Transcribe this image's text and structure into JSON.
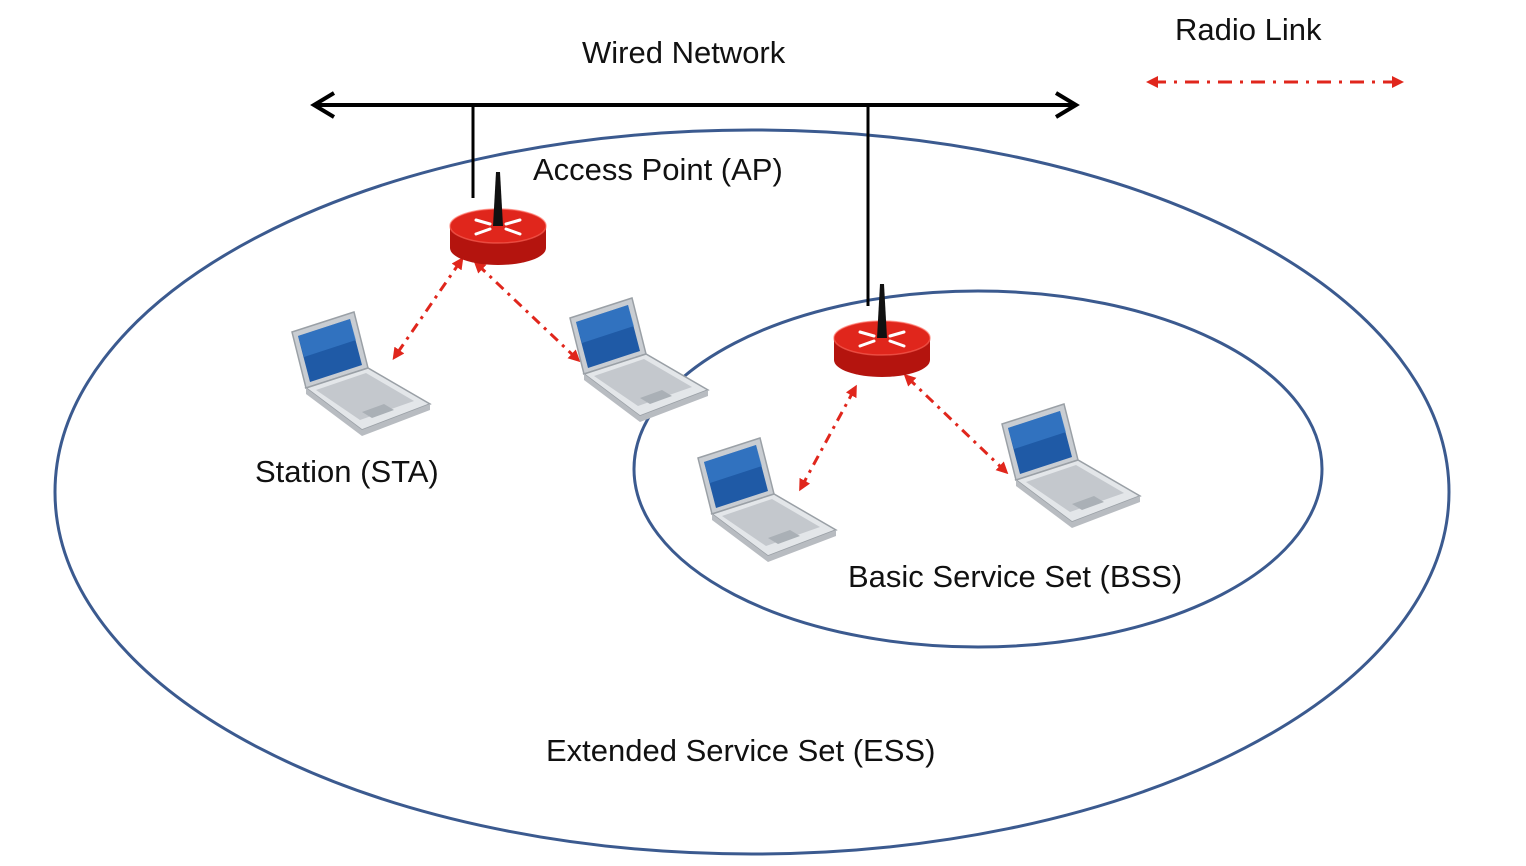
{
  "labels": {
    "wired_network": "Wired Network",
    "radio_link": "Radio Link",
    "access_point": "Access Point (AP)",
    "station": "Station (STA)",
    "bss": "Basic Service Set (BSS)",
    "ess": "Extended Service Set (ESS)"
  },
  "colors": {
    "ellipse_stroke": "#3b5a8f",
    "wire": "#000000",
    "radio_link": "#e0261c",
    "router_body": "#e0261c",
    "screen": "#1f5aa6"
  },
  "icons": {
    "access_point": "router-icon",
    "station": "laptop-icon"
  }
}
